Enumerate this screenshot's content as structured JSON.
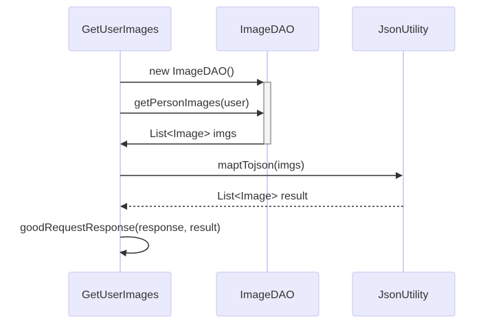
{
  "colors": {
    "actor_fill": "#eaeafd",
    "actor_stroke": "#c9c6f0",
    "lifeline": "#d4d1f5",
    "activation_fill": "#f4f4f4",
    "line": "#333333",
    "text": "#333333"
  },
  "participants": [
    {
      "name": "GetUserImages"
    },
    {
      "name": "ImageDAO"
    },
    {
      "name": "JsonUtility"
    }
  ],
  "messages": [
    {
      "label": "new ImageDAO()",
      "from": "GetUserImages",
      "to": "ImageDAO",
      "style": "solid"
    },
    {
      "label": "getPersonImages(user)",
      "from": "GetUserImages",
      "to": "ImageDAO",
      "style": "solid"
    },
    {
      "label": "List<Image> imgs",
      "from": "ImageDAO",
      "to": "GetUserImages",
      "style": "solid"
    },
    {
      "label": "maptTojson(imgs)",
      "from": "GetUserImages",
      "to": "JsonUtility",
      "style": "solid"
    },
    {
      "label": "List<Image> result",
      "from": "JsonUtility",
      "to": "GetUserImages",
      "style": "dashed"
    },
    {
      "label": "goodRequestResponse(response, result)",
      "from": "GetUserImages",
      "to": "GetUserImages",
      "style": "solid"
    }
  ],
  "activations": [
    {
      "participant": "ImageDAO",
      "from_message": 0,
      "to_message": 2
    }
  ]
}
